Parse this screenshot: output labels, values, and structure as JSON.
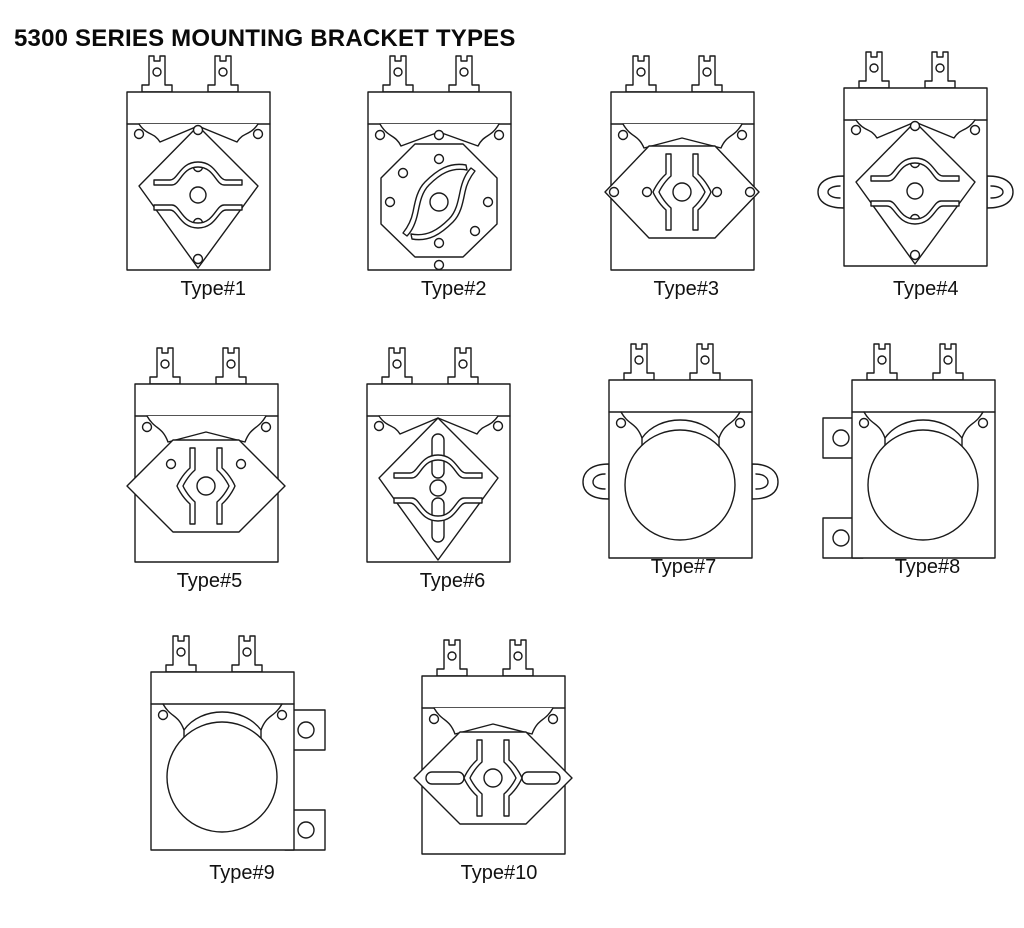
{
  "page": {
    "title": "5300 SERIES MOUNTING BRACKET TYPES",
    "line_color": "#1a1a1a",
    "fill_color": "#ffffff",
    "background": "#ffffff"
  },
  "brackets": [
    {
      "id": "type-1",
      "label": "Type#1",
      "bracket_shape": "diamond-hexagon",
      "body_holes": 2,
      "plate_holes": 3,
      "center_hub": "wavy-slot-pair",
      "side_ears": "none"
    },
    {
      "id": "type-2",
      "label": "Type#2",
      "bracket_shape": "octagon",
      "body_holes": 3,
      "plate_holes": 7,
      "center_hub": "s-curve-slot-pair",
      "side_ears": "none"
    },
    {
      "id": "type-3",
      "label": "Type#3",
      "bracket_shape": "wide-hexagon",
      "body_holes": 2,
      "plate_holes": 4,
      "center_hub": "vertical-curved-slot-pair",
      "side_ears": "none"
    },
    {
      "id": "type-4",
      "label": "Type#4",
      "bracket_shape": "diamond-hexagon",
      "body_holes": 2,
      "plate_holes": 3,
      "center_hub": "wavy-slot-pair",
      "side_ears": "oval-loop-both"
    },
    {
      "id": "type-5",
      "label": "Type#5",
      "bracket_shape": "pointed-hexagon",
      "body_holes": 2,
      "plate_holes": 2,
      "center_hub": "vertical-curved-slot-pair",
      "side_ears": "none"
    },
    {
      "id": "type-6",
      "label": "Type#6",
      "bracket_shape": "diamond-hexagon",
      "body_holes": 2,
      "plate_holes": 0,
      "plate_slots": 2,
      "center_hub": "wavy-slot-pair",
      "side_ears": "none"
    },
    {
      "id": "type-7",
      "label": "Type#7",
      "bracket_shape": "round-plate",
      "body_holes": 2,
      "plate_holes": 0,
      "center_hub": "none",
      "side_ears": "oval-loop-both"
    },
    {
      "id": "type-8",
      "label": "Type#8",
      "bracket_shape": "round-plate",
      "body_holes": 2,
      "plate_holes": 0,
      "center_hub": "none",
      "side_ears": "square-tab-left"
    },
    {
      "id": "type-9",
      "label": "Type#9",
      "bracket_shape": "round-plate",
      "body_holes": 2,
      "plate_holes": 0,
      "center_hub": "none",
      "side_ears": "square-tab-right"
    },
    {
      "id": "type-10",
      "label": "Type#10",
      "bracket_shape": "pointed-hexagon",
      "body_holes": 2,
      "plate_holes": 0,
      "plate_slots": 2,
      "center_hub": "vertical-curved-slot-pair",
      "side_ears": "none"
    }
  ]
}
